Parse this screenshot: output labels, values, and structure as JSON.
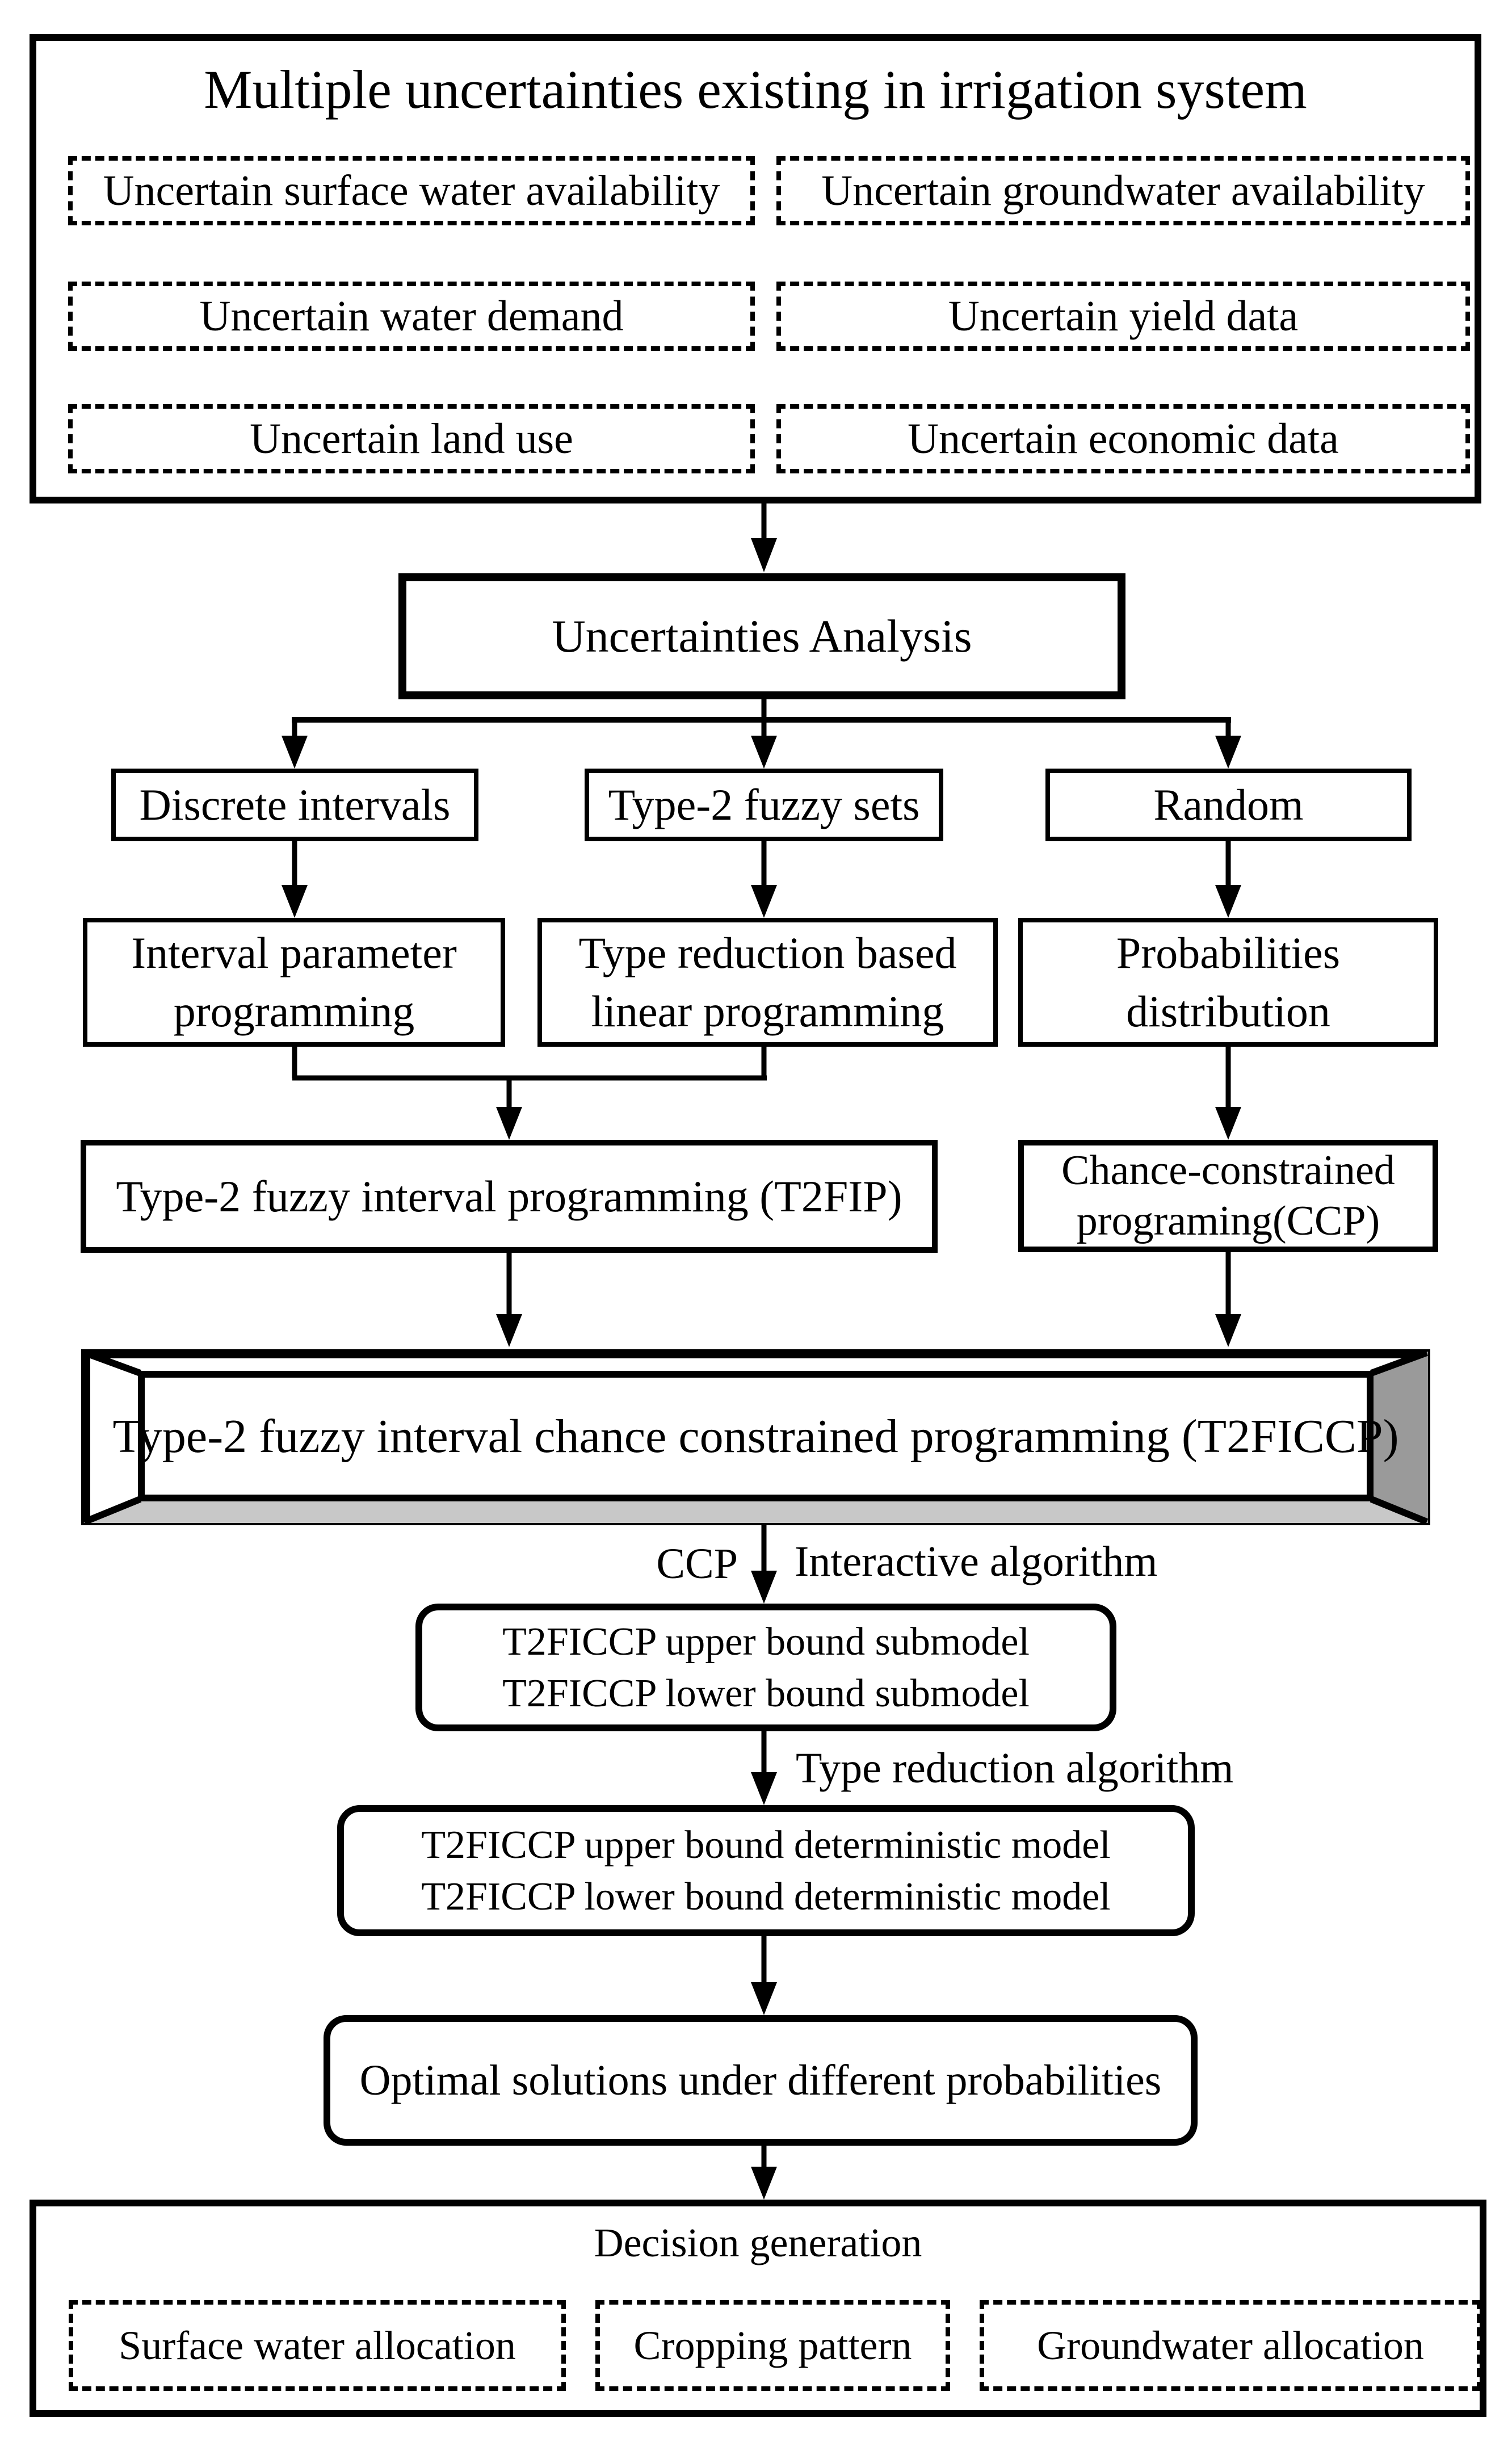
{
  "figure": {
    "top_panel": {
      "title": "Multiple uncertainties existing in irrigation system",
      "uncertainty_boxes": [
        "Uncertain surface water availability",
        "Uncertain groundwater availability",
        "Uncertain water demand",
        "Uncertain yield data",
        "Uncertain land use",
        "Uncertain economic data"
      ]
    },
    "nodes": {
      "analysis": "Uncertainties Analysis",
      "discrete_intervals": "Discrete intervals",
      "type2_fuzzy_sets": "Type-2 fuzzy sets",
      "random": "Random",
      "interval_parameter_programming": [
        "Interval parameter",
        "programming"
      ],
      "type_reduction_lp": [
        "Type reduction based",
        "linear programming"
      ],
      "probabilities_distribution": [
        "Probabilities",
        "distribution"
      ],
      "t2fip": "Type-2 fuzzy interval programming (T2FIP)",
      "ccp": [
        "Chance-constrained",
        "programing(CCP)"
      ],
      "t2ficcp": "Type-2 fuzzy interval chance constrained programming (T2FICCP)",
      "submodels": [
        "T2FICCP upper bound submodel",
        "T2FICCP lower bound submodel"
      ],
      "deterministic_models": [
        "T2FICCP upper bound deterministic model",
        "T2FICCP lower bound deterministic model"
      ],
      "optimal_solutions": "Optimal solutions under different probabilities"
    },
    "edge_labels": {
      "ccp_short": "CCP",
      "interactive_algorithm": "Interactive algorithm",
      "type_reduction_algorithm": "Type reduction algorithm"
    },
    "bottom_panel": {
      "title": "Decision generation",
      "decision_boxes": [
        "Surface water allocation",
        "Cropping pattern",
        "Groundwater allocation"
      ]
    },
    "colors": {
      "ink": "#000000",
      "bevel_right": "#9a9a9a",
      "bevel_bottom": "#c8c8c8"
    }
  }
}
